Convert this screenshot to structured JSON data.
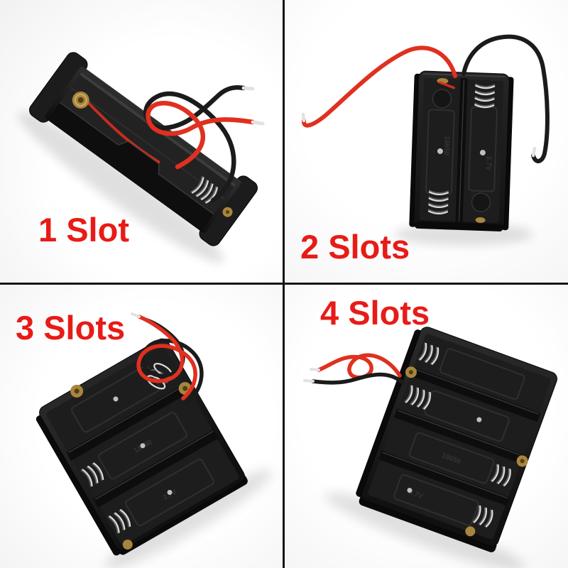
{
  "page": {
    "description": "Product photo collage of 18650 battery holders with 1, 2, 3 and 4 slots"
  },
  "colors": {
    "label-red": "#e81b17",
    "divider": "#141414",
    "wire-red": "#e0301f",
    "wire-black": "#1b1b1b",
    "wire-tip": "#e2e2e2",
    "spring": "#dcdcdc",
    "brass": "#a8853e"
  },
  "quadrants": [
    {
      "label": "1 Slot"
    },
    {
      "label": "2 Slots"
    },
    {
      "label": "3 Slots"
    },
    {
      "label": "4 Slots"
    }
  ],
  "embossed": {
    "model": "18650",
    "voltage": "3.7V"
  }
}
